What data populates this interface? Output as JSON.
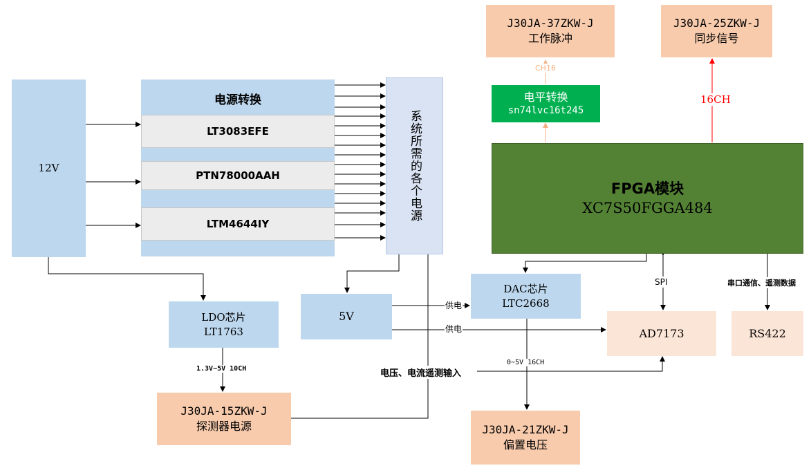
{
  "blocks": {
    "v12": "12V",
    "power_convert": "电源转换",
    "lt3083": "LT3083EFE",
    "ptn78000": "PTN78000AAH",
    "ltm4644": "LTM4644IY",
    "system_power": "系统所需的各个电源",
    "ldo_title": "LDO芯片",
    "ldo_part": "LT1763",
    "v5": "5V",
    "dac_title": "DAC芯片",
    "dac_part": "LTC2668",
    "ad7173": "AD7173",
    "rs422": "RS422",
    "fpga_title": "FPGA模块",
    "fpga_part": "XC7S50FGGA484",
    "level_title": "电平转换",
    "level_part": "sn74lvc16t245",
    "j37_name": "J30JA-37ZKW-J",
    "j37_desc": "工作脉冲",
    "j25_name": "J30JA-25ZKW-J",
    "j25_desc": "同步信号",
    "j15_name": "J30JA-15ZKW-J",
    "j15_desc": "探测器电源",
    "j21_name": "J30JA-21ZKW-J",
    "j21_desc": "偏置电压"
  },
  "labels": {
    "ch16": "CH16",
    "ch16_red": "16CH",
    "spi": "SPI",
    "serial": "串口通信、遥测数据",
    "supply1": "供电",
    "supply2": "供电",
    "range_ldo": "1.3V~5V 10CH",
    "range_dac": "0~5V 16CH",
    "telemetry_input": "电压、电流遥测输入"
  },
  "colors": {
    "blue_block": "#bdd7ee",
    "fpga_green": "#548235",
    "level_green": "#00b050",
    "connector_peach": "#f8cbad",
    "light_peach": "#fbe5d6",
    "red_signal": "#ff0000",
    "orange_signal": "#f4b183"
  }
}
